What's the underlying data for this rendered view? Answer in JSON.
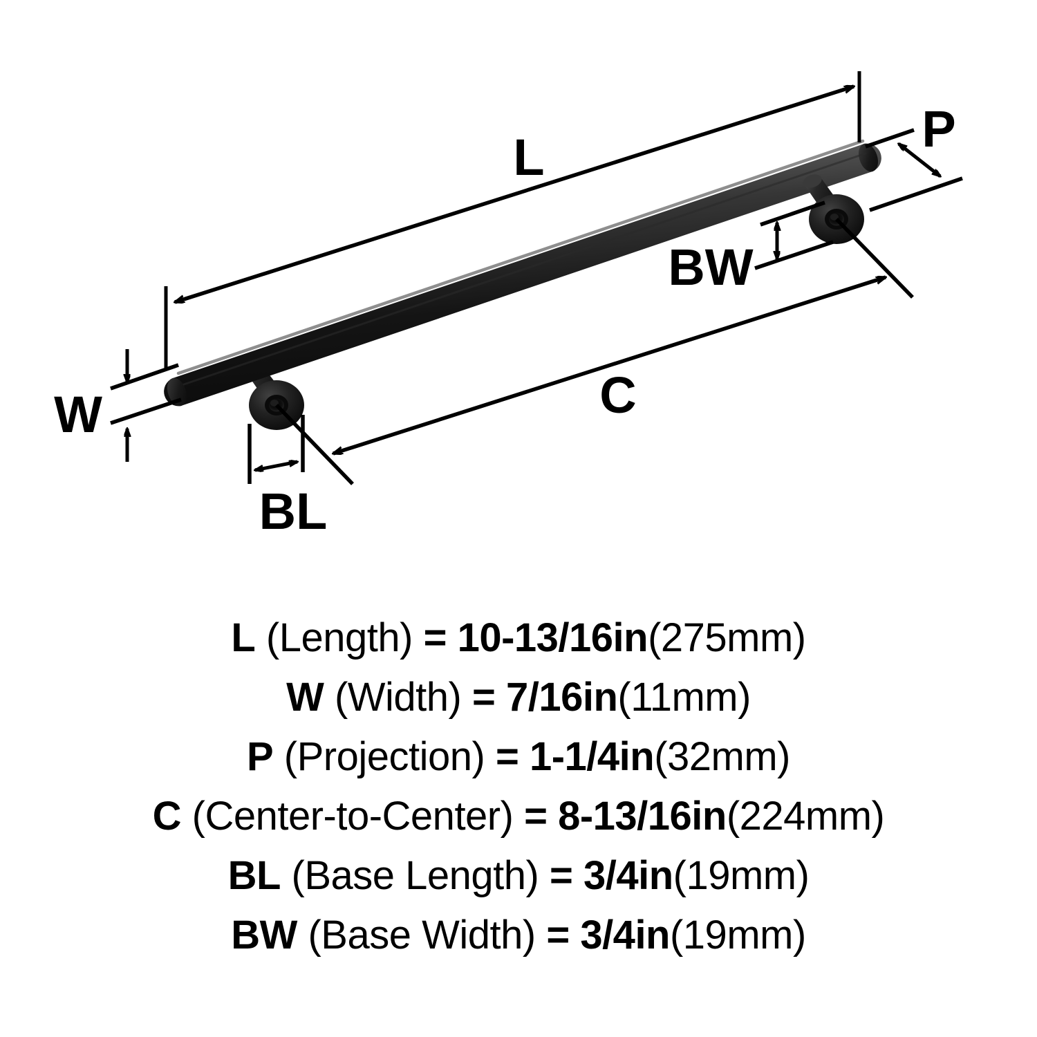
{
  "diagram": {
    "title": "Bar pull handle dimension diagram",
    "labels": {
      "length": "L",
      "width": "W",
      "projection": "P",
      "center_to_center": "C",
      "base_length": "BL",
      "base_width": "BW"
    },
    "product": {
      "type": "cabinet-bar-pull",
      "color": "#111111",
      "posts": 2
    }
  },
  "specs": [
    {
      "symbol": "L",
      "name": "(Length)",
      "equals": "=",
      "value_in": "10-13/16in",
      "value_mm": "(275mm)"
    },
    {
      "symbol": "W",
      "name": "(Width)",
      "equals": "=",
      "value_in": "7/16in",
      "value_mm": "(11mm)"
    },
    {
      "symbol": "P",
      "name": "(Projection)",
      "equals": "=",
      "value_in": "1-1/4in",
      "value_mm": "(32mm)"
    },
    {
      "symbol": "C",
      "name": "(Center-to-Center)",
      "equals": "=",
      "value_in": "8-13/16in",
      "value_mm": "(224mm)"
    },
    {
      "symbol": "BL",
      "name": "(Base Length)",
      "equals": "=",
      "value_in": "3/4in",
      "value_mm": "(19mm)"
    },
    {
      "symbol": "BW",
      "name": "(Base Width)",
      "equals": "=",
      "value_in": "3/4in",
      "value_mm": "(19mm)"
    }
  ],
  "colors": {
    "background": "#ffffff",
    "ink": "#000000",
    "product_dark": "#141414",
    "product_mid": "#3a3a3a",
    "product_light": "#6e6e6e"
  }
}
